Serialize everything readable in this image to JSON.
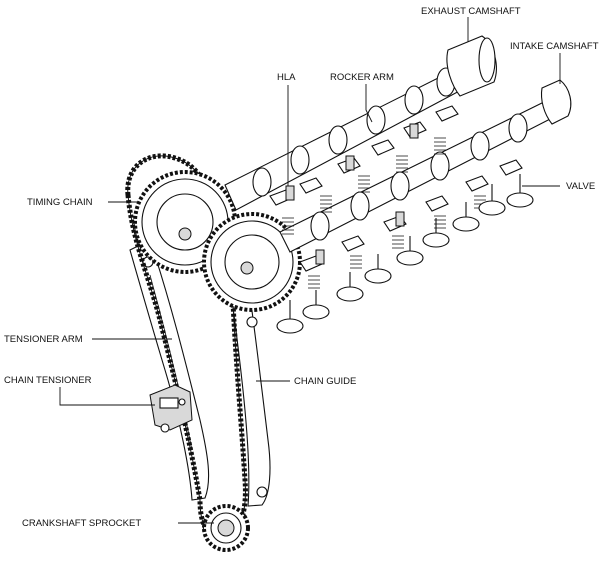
{
  "labels": {
    "exhaust_camshaft": "EXHAUST CAMSHAFT",
    "intake_camshaft": "INTAKE CAMSHAFT",
    "hla": "HLA",
    "rocker_arm": "ROCKER ARM",
    "timing_chain": "TIMING CHAIN",
    "valve": "VALVE",
    "tensioner_arm": "TENSIONER ARM",
    "chain_tensioner": "CHAIN TENSIONER",
    "chain_guide": "CHAIN GUIDE",
    "crankshaft_sprocket": "CRANKSHAFT SPROCKET"
  }
}
